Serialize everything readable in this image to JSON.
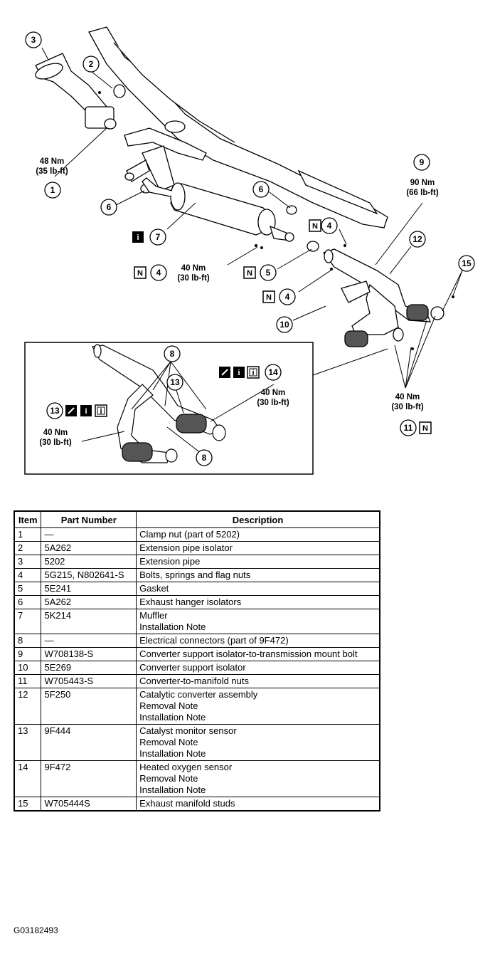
{
  "diagram": {
    "callouts": {
      "c1": "1",
      "c2": "2",
      "c3": "3",
      "c4a": "4",
      "c4b": "4",
      "c4c": "4",
      "c5": "5",
      "c6a": "6",
      "c6b": "6",
      "c7": "7",
      "c8a": "8",
      "c8b": "8",
      "c9": "9",
      "c10": "10",
      "c11": "11",
      "c12": "12",
      "c13a": "13",
      "c13b": "13",
      "c14": "14",
      "c15": "15"
    },
    "torques": {
      "t1_nm": "48 Nm",
      "t1_lbft": "(35 lb-ft)",
      "t4_nm": "40 Nm",
      "t4_lbft": "(30 lb-ft)",
      "t9_nm": "90 Nm",
      "t9_lbft": "(66 lb-ft)",
      "t11_nm": "40 Nm",
      "t11_lbft": "(30 lb-ft)",
      "t13_nm": "40 Nm",
      "t13_lbft": "(30 lb-ft)",
      "t14_nm": "40 Nm",
      "t14_lbft": "(30 lb-ft)"
    },
    "icons": {
      "new_part": "N",
      "info": "i",
      "info_outline": "i",
      "wrench": "wrench-icon"
    }
  },
  "table": {
    "headers": {
      "item": "Item",
      "part_number": "Part Number",
      "description": "Description"
    },
    "rows": [
      {
        "item": "1",
        "part": "—",
        "desc": "Clamp nut (part of 5202)"
      },
      {
        "item": "2",
        "part": "5A262",
        "desc": "Extension pipe isolator"
      },
      {
        "item": "3",
        "part": "5202",
        "desc": "Extension pipe"
      },
      {
        "item": "4",
        "part": "5G215, N802641-S",
        "desc": "Bolts, springs and flag nuts"
      },
      {
        "item": "5",
        "part": "5E241",
        "desc": "Gasket"
      },
      {
        "item": "6",
        "part": "5A262",
        "desc": "Exhaust hanger isolators"
      },
      {
        "item": "7",
        "part": "5K214",
        "desc": "Muffler",
        "note1": "Installation Note"
      },
      {
        "item": "8",
        "part": "—",
        "desc": "Electrical connectors (part of 9F472)"
      },
      {
        "item": "9",
        "part": "W708138-S",
        "desc": "Converter support isolator-to-transmission mount bolt"
      },
      {
        "item": "10",
        "part": "5E269",
        "desc": "Converter support isolator"
      },
      {
        "item": "11",
        "part": "W705443-S",
        "desc": "Converter-to-manifold nuts"
      },
      {
        "item": "12",
        "part": "5F250",
        "desc": "Catalytic converter assembly",
        "note1": "Removal Note",
        "note2": "Installation Note"
      },
      {
        "item": "13",
        "part": "9F444",
        "desc": "Catalyst monitor sensor",
        "note1": "Removal Note",
        "note2": "Installation Note"
      },
      {
        "item": "14",
        "part": "9F472",
        "desc": "Heated oxygen sensor",
        "note1": "Removal Note",
        "note2": "Installation Note"
      },
      {
        "item": "15",
        "part": "W705444S",
        "desc": "Exhaust manifold studs"
      }
    ]
  },
  "figure_id": "G03182493"
}
